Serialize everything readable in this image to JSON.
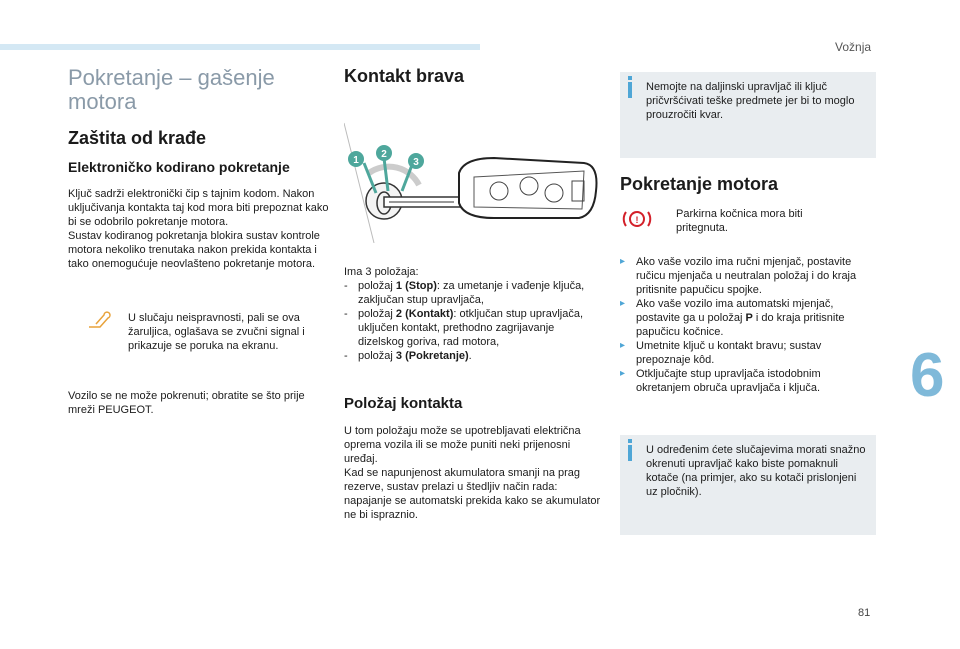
{
  "running_head": "Vožnja",
  "chapter_number": "6",
  "page_number": "81",
  "col1": {
    "title_line1": "Pokretanje – gašenje",
    "title_line2": "motora",
    "section": "Zaštita od krađe",
    "subsection": "Elektroničko kodirano pokretanje",
    "para1": "Ključ sadrži elektronički čip s tajnim kodom. Nakon uključivanja kontakta taj kod mora biti prepoznat kako bi se odobrilo pokretanje motora.",
    "para2": "Sustav kodiranog pokretanja blokira sustav kontrole motora nekoliko trenutaka nakon prekida kontakta i tako onemogućuje neovlašteno pokretanje motora.",
    "warning_note": "U slučaju neispravnosti, pali se ova žaruljica, oglašava se zvučni signal i prikazuje se poruka na ekranu.",
    "para3": "Vozilo se ne može pokrenuti; obratite se što prije mreži PEUGEOT."
  },
  "col2": {
    "title": "Kontakt brava",
    "illustration_labels": [
      "1",
      "2",
      "3"
    ],
    "intro": "Ima 3 položaja:",
    "positions": [
      {
        "pre": "položaj ",
        "bold": "1 (Stop)",
        "post": ": za umetanje i vađenje ključa, zaključan stup upravljača,"
      },
      {
        "pre": "položaj ",
        "bold": "2 (Kontakt)",
        "post": ": otključan stup upravljača, uključen kontakt, prethodno zagrijavanje dizelskog goriva, rad motora,"
      },
      {
        "pre": "položaj ",
        "bold": "3 (Pokretanje)",
        "post": "."
      }
    ],
    "section2_title": "Položaj kontakta",
    "para1": "U tom položaju može se upotrebljavati električna oprema vozila ili se može puniti neki prijenosni uređaj.",
    "para2": "Kad se napunjenost akumulatora smanji na prag rezerve, sustav prelazi u štedljiv način rada: napajanje se automatski prekida kako se akumulator ne bi ispraznio."
  },
  "col3": {
    "info1": "Nemojte na daljinski upravljač ili ključ pričvršćivati teške predmete jer bi to moglo prouzročiti kvar.",
    "title": "Pokretanje motora",
    "brake_note": "Parkirna kočnica mora biti pritegnuta.",
    "steps": [
      {
        "pre": "Ako vaše vozilo ima ručni mjenjač, postavite ručicu mjenjača u neutralan položaj i do kraja pritisnite papučicu spojke.",
        "bold": "",
        "post": ""
      },
      {
        "pre": "Ako vaše vozilo ima automatski mjenjač, postavite ga u položaj ",
        "bold": "P",
        "post": " i do kraja pritisnite papučicu kočnice."
      },
      {
        "pre": "Umetnite ključ u kontakt bravu; sustav prepoznaje kôd.",
        "bold": "",
        "post": ""
      },
      {
        "pre": "Otključajte stup upravljača istodobnim okretanjem obruča upravljača i ključa.",
        "bold": "",
        "post": ""
      }
    ],
    "info2": "U određenim ćete slučajevima morati snažno okrenuti upravljač kako biste pomaknuli kotače (na primjer, ako su kotači prislonjeni uz pločnik)."
  },
  "colors": {
    "accent": "#4fa6d6",
    "title_grey": "#8a9aa8",
    "box_bg": "#e9edf0",
    "warning": "#e8a23a",
    "red": "#d3202a"
  }
}
